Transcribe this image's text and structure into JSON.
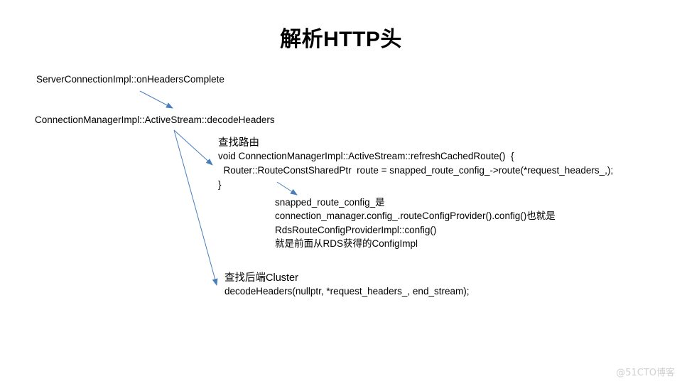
{
  "slide": {
    "title": "解析HTTP头",
    "nodes": {
      "on_headers_complete": "ServerConnectionImpl::onHeadersComplete",
      "decode_headers_entry": "ConnectionManagerImpl::ActiveStream::decodeHeaders"
    },
    "route_block": {
      "heading": "查找路由",
      "lines": [
        "void ConnectionManagerImpl::ActiveStream::refreshCachedRoute()  {",
        "  Router::RouteConstSharedPtr  route = snapped_route_config_->route(*request_headers_,);",
        "}"
      ]
    },
    "snapped_block": {
      "lines": [
        "snapped_route_config_是",
        "connection_manager.config_.routeConfigProvider().config()也就是",
        "RdsRouteConfigProviderImpl::config()",
        "就是前面从RDS获得的ConfigImpl"
      ]
    },
    "cluster_block": {
      "heading": "查找后端Cluster",
      "lines": [
        "decodeHeaders(nullptr, *request_headers_, end_stream);"
      ]
    },
    "arrow_color": "#4a7ebb",
    "watermark": "@51CTO博客"
  }
}
